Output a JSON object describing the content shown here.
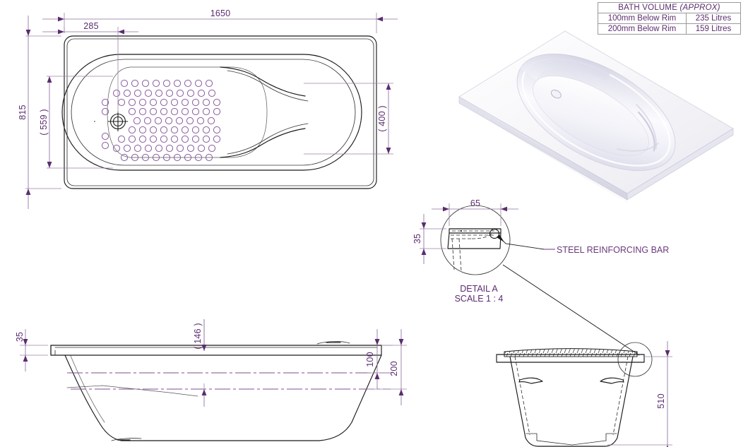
{
  "document": {
    "type": "engineering-drawing",
    "subject": "Inset bath technical drawing",
    "units": "mm"
  },
  "volume_table": {
    "header": "BATH VOLUME",
    "header_note": "(APPROX)",
    "rows": [
      {
        "label": "100mm Below Rim",
        "value": "235 Litres"
      },
      {
        "label": "200mm Below Rim",
        "value": "159 Litres"
      }
    ]
  },
  "plan_view": {
    "name": "plan-view",
    "dimensions": {
      "overall_length": "1650",
      "waste_offset": "285",
      "overall_width": "815",
      "internal_width_ref": "( 559 )",
      "internal_end_ref": "( 400 )"
    }
  },
  "detail_a": {
    "title": "DETAIL A",
    "scale": "SCALE 1 : 4",
    "dimensions": {
      "rim_width": "65",
      "rim_thickness": "35"
    },
    "annotation": "STEEL REINFORCING BAR"
  },
  "side_elevation": {
    "name": "side-elevation",
    "dimensions": {
      "rim_thickness": "35",
      "internal_depth_ref": "( 146 )",
      "water_level_100": "100",
      "water_level_200": "200"
    }
  },
  "end_elevation": {
    "name": "end-elevation",
    "dimensions": {
      "overall_height": "510"
    }
  },
  "render": {
    "name": "isometric-render",
    "description": "White acrylic inset bath, isometric view"
  },
  "colors": {
    "dimension": "#5b2c6f",
    "dimension_line": "#8e6f9e",
    "object_line": "#1a1a1a",
    "table_border": "#9a9a9a"
  }
}
